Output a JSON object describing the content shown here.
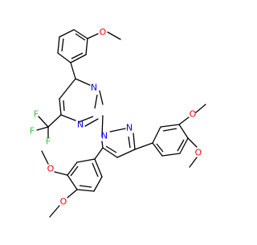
{
  "molecule": {
    "atom_labels": {
      "o_top": "O",
      "f1": "F",
      "f2": "F",
      "f3": "F",
      "n_pyr_top": "N",
      "n_pyr_bottom": "N",
      "n_pz_1": "N",
      "n_pz_2": "N",
      "o_right_1": "O",
      "o_right_2": "O",
      "o_left_1": "O",
      "o_left_2": "O"
    },
    "colors": {
      "oxygen": "#ff0000",
      "nitrogen": "#0000ff",
      "fluorine": "#33cc33",
      "bond": "#000000"
    }
  }
}
